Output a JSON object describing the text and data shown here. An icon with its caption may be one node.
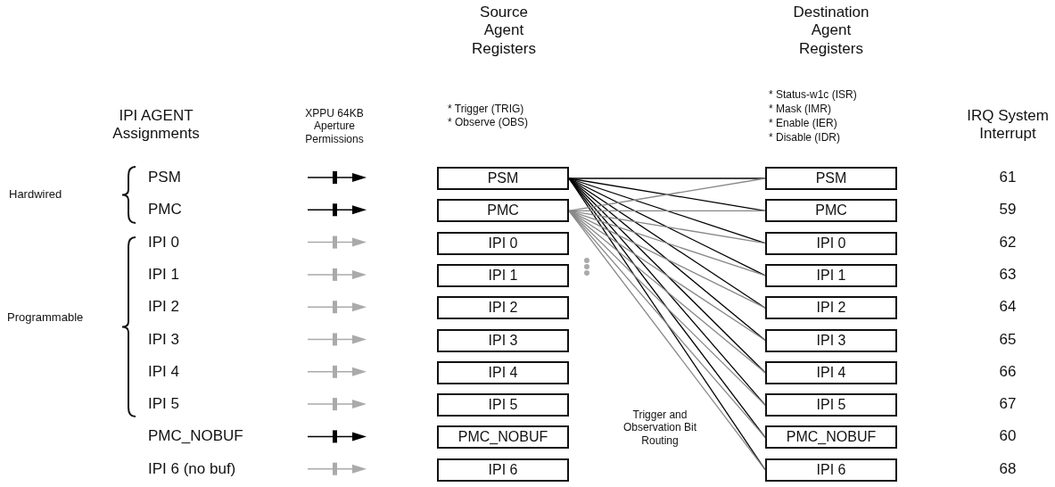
{
  "diagram": {
    "nodes": [
      {
        "text": [
          "PSM"
        ]
      },
      {
        "text": [
          "PMC"
        ]
      },
      {
        "text": [
          "IPI 0"
        ]
      },
      {
        "text": [
          "IPI 1"
        ]
      },
      {
        "text": [
          "IPI 2"
        ]
      },
      {
        "text": [
          "IPI 3"
        ]
      },
      {
        "text": [
          "IPI 4"
        ]
      },
      {
        "text": [
          "IPI 5"
        ]
      },
      {
        "text": [
          "PMC_NOBUF"
        ]
      },
      {
        "text": [
          "IPI 6"
        ]
      },
      {
        "text": [
          "PSM"
        ]
      },
      {
        "text": [
          "PMC"
        ]
      },
      {
        "text": [
          "IPI 0"
        ]
      },
      {
        "text": [
          "IPI 1"
        ]
      },
      {
        "text": [
          "IPI 2"
        ]
      },
      {
        "text": [
          "IPI 3"
        ]
      },
      {
        "text": [
          "IPI 4"
        ]
      },
      {
        "text": [
          "IPI 5"
        ]
      },
      {
        "text": [
          "PMC_NOBUF"
        ]
      },
      {
        "text": [
          "IPI 6"
        ]
      }
    ],
    "edges": [
      {
        "from": 0,
        "to": 10,
        "arrow": "none"
      },
      {
        "from": 0,
        "to": 11,
        "arrow": "none"
      },
      {
        "from": 0,
        "to": 12,
        "arrow": "none"
      },
      {
        "from": 0,
        "to": 13,
        "arrow": "none"
      },
      {
        "from": 0,
        "to": 14,
        "arrow": "none"
      },
      {
        "from": 0,
        "to": 15,
        "arrow": "none"
      },
      {
        "from": 0,
        "to": 16,
        "arrow": "none"
      },
      {
        "from": 0,
        "to": 17,
        "arrow": "none"
      },
      {
        "from": 0,
        "to": 18,
        "arrow": "none"
      },
      {
        "from": 0,
        "to": 19,
        "arrow": "none"
      },
      {
        "from": 1,
        "to": 10,
        "arrow": "none",
        "color": "#888888"
      },
      {
        "from": 1,
        "to": 11,
        "arrow": "none",
        "color": "#888888"
      },
      {
        "from": 1,
        "to": 12,
        "arrow": "none",
        "color": "#888888"
      },
      {
        "from": 1,
        "to": 13,
        "arrow": "none",
        "color": "#888888"
      },
      {
        "from": 1,
        "to": 14,
        "arrow": "none",
        "color": "#888888"
      },
      {
        "from": 1,
        "to": 15,
        "arrow": "none",
        "color": "#888888"
      },
      {
        "from": 1,
        "to": 16,
        "arrow": "none",
        "color": "#888888"
      },
      {
        "from": 1,
        "to": 17,
        "arrow": "none",
        "color": "#888888"
      },
      {
        "from": 1,
        "to": 18,
        "arrow": "none",
        "color": "#888888"
      },
      {
        "from": 1,
        "to": 19,
        "arrow": "none",
        "color": "#888888"
      }
    ],
    "labels": [
      "Source Agent Registers",
      "Destination Agent Registers",
      "IPI AGENT Assignments",
      "XPPU 64KB Aperture Permissions",
      "* Trigger (TRIG)",
      "* Observe (OBS)",
      "* Status-w1c (ISR)",
      "* Mask (IMR)",
      "* Enable (IER)",
      "* Disable (IDR)",
      "IRQ System Interrupt",
      "Hardwired",
      "Programmable",
      "PSM",
      "PMC",
      "IPI 0",
      "IPI 1",
      "IPI 2",
      "IPI 3",
      "IPI 4",
      "IPI 5",
      "PMC_NOBUF",
      "IPI 6 (no buf)",
      "61",
      "59",
      "62",
      "63",
      "64",
      "65",
      "66",
      "67",
      "60",
      "68",
      "Trigger and Observation Bit Routing"
    ]
  }
}
